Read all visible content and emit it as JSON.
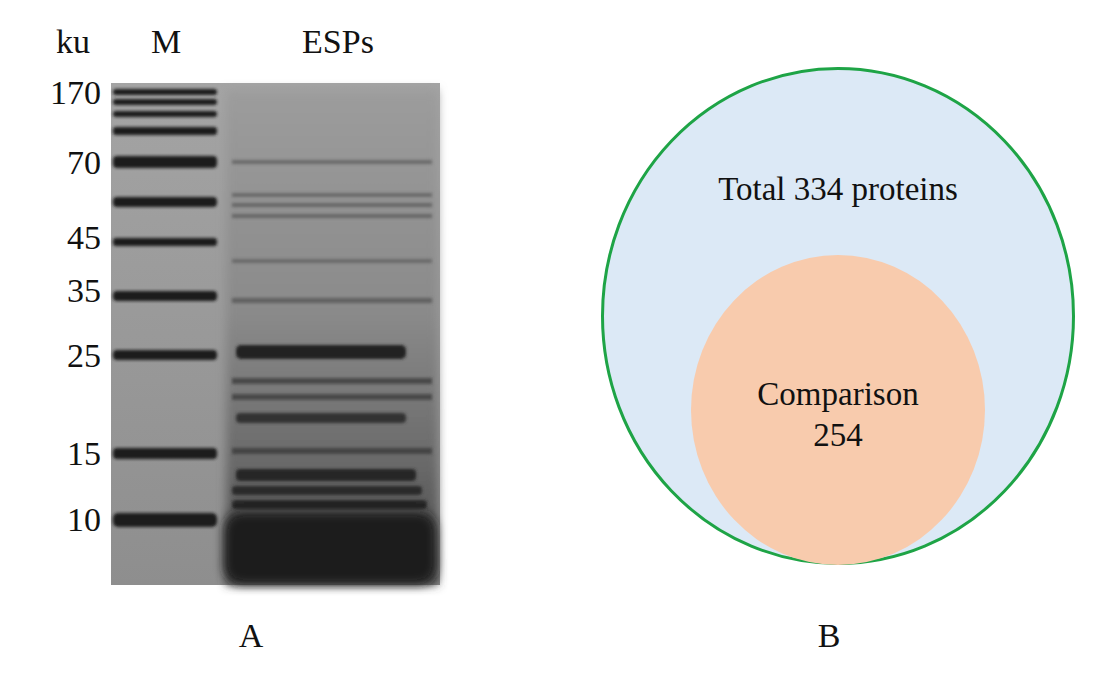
{
  "diagram": {
    "nodes": [
      {
        "text": [
          "Total 334 proteins"
        ]
      },
      {
        "text": [
          "Comparison 254"
        ],
        "in": 0
      }
    ],
    "labels": [
      "ku",
      "M",
      "ESPs",
      "170",
      "70",
      "45",
      "35",
      "25",
      "15",
      "10",
      "A",
      "B"
    ]
  }
}
